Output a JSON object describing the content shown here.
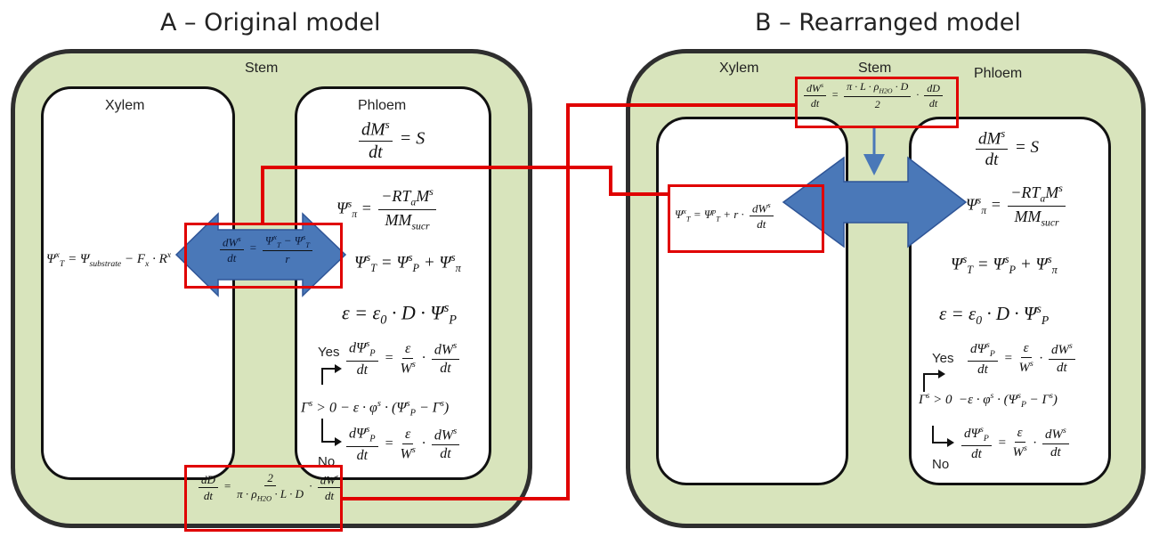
{
  "colors": {
    "stem_fill": "#d8e4bc",
    "arrow_fill": "#4a78b8",
    "highlight": "#e00000"
  },
  "panel_a": {
    "title": "A – Original model",
    "stem_label": "Stem",
    "xylem_label": "Xylem",
    "phloem_label": "Phloem",
    "eq_xylem": "Ψ_T^x = Ψ_substrate − F_x · R^x",
    "eq_flow": "dW^s/dt = (Ψ_T^x − Ψ_T^s) / r",
    "eq_mass": "dM^s/dt = S",
    "eq_osmotic": "Ψ_π^s = −R T_a M^s / MM_sucr",
    "eq_total": "Ψ_T^s = Ψ_P^s + Ψ_π^s",
    "eq_elastic": "ε = ε_0 · D · Ψ_P^s",
    "eq_yes": "dΨ_P^s/dt = ε/W^s · dW^s/dt",
    "eq_cond": "Γ^s > 0 − ε · φ^s · (Ψ_P^s − Γ^s)",
    "eq_no": "dΨ_P^s/dt = ε/W^s · dW^s/dt",
    "eq_diameter": "dD/dt = 2/(π · ρ_H2O · L · D) · dW^s/dt",
    "yes_label": "Yes",
    "no_label": "No"
  },
  "panel_b": {
    "title": "B – Rearranged model",
    "stem_label": "Stem",
    "xylem_label": "Xylem",
    "phloem_label": "Phloem",
    "eq_water": "dW^s/dt = π · L · ρ_H2O · D/2 · dD/dt",
    "eq_xylem": "Ψ_T^x = Ψ_T^p + r · dW^s/dt",
    "eq_mass": "dM^s/dt = S",
    "eq_osmotic": "Ψ_π^s = −R T_a M^s / MM_sucr",
    "eq_total": "Ψ_T^s = Ψ_P^s + Ψ_π^s",
    "eq_elastic": "ε = ε_0 · D · Ψ_P^s",
    "eq_yes": "dΨ_P^s/dt = ε/W^s · dW^s/dt",
    "eq_cond": "Γ^s > 0 − ε · φ^s · (Ψ_P^s − Γ^s)",
    "eq_no": "dΨ_P^s/dt = ε/W^s · dW^s/dt",
    "yes_label": "Yes",
    "no_label": "No"
  }
}
